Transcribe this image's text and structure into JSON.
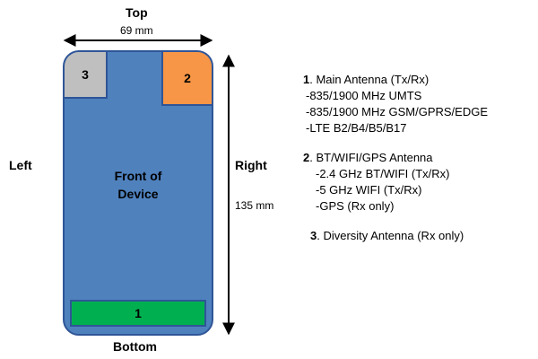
{
  "labels": {
    "top": "Top",
    "bottom": "Bottom",
    "left": "Left",
    "right": "Right",
    "width": "69 mm",
    "height": "135 mm"
  },
  "device": {
    "line1": "Front of",
    "line2": "Device",
    "color": "#4f81bd"
  },
  "antennas": {
    "a1": {
      "id": "1",
      "color": "#00b050"
    },
    "a2": {
      "id": "2",
      "color": "#f79646"
    },
    "a3": {
      "id": "3",
      "color": "#bfbfbf"
    }
  },
  "legend": [
    {
      "num": "1",
      "title": ". Main Antenna (Tx/Rx)",
      "lines": [
        "-835/1900 MHz UMTS",
        "-835/1900 MHz GSM/GPRS/EDGE",
        "-LTE B2/B4/B5/B17"
      ]
    },
    {
      "num": "2",
      "title": ". BT/WIFI/GPS Antenna",
      "lines": [
        "-2.4 GHz BT/WIFI (Tx/Rx)",
        "-5 GHz WIFI (Tx/Rx)",
        "-GPS (Rx only)"
      ]
    },
    {
      "num": "3",
      "title": ". Diversity Antenna (Rx only)",
      "lines": []
    }
  ]
}
